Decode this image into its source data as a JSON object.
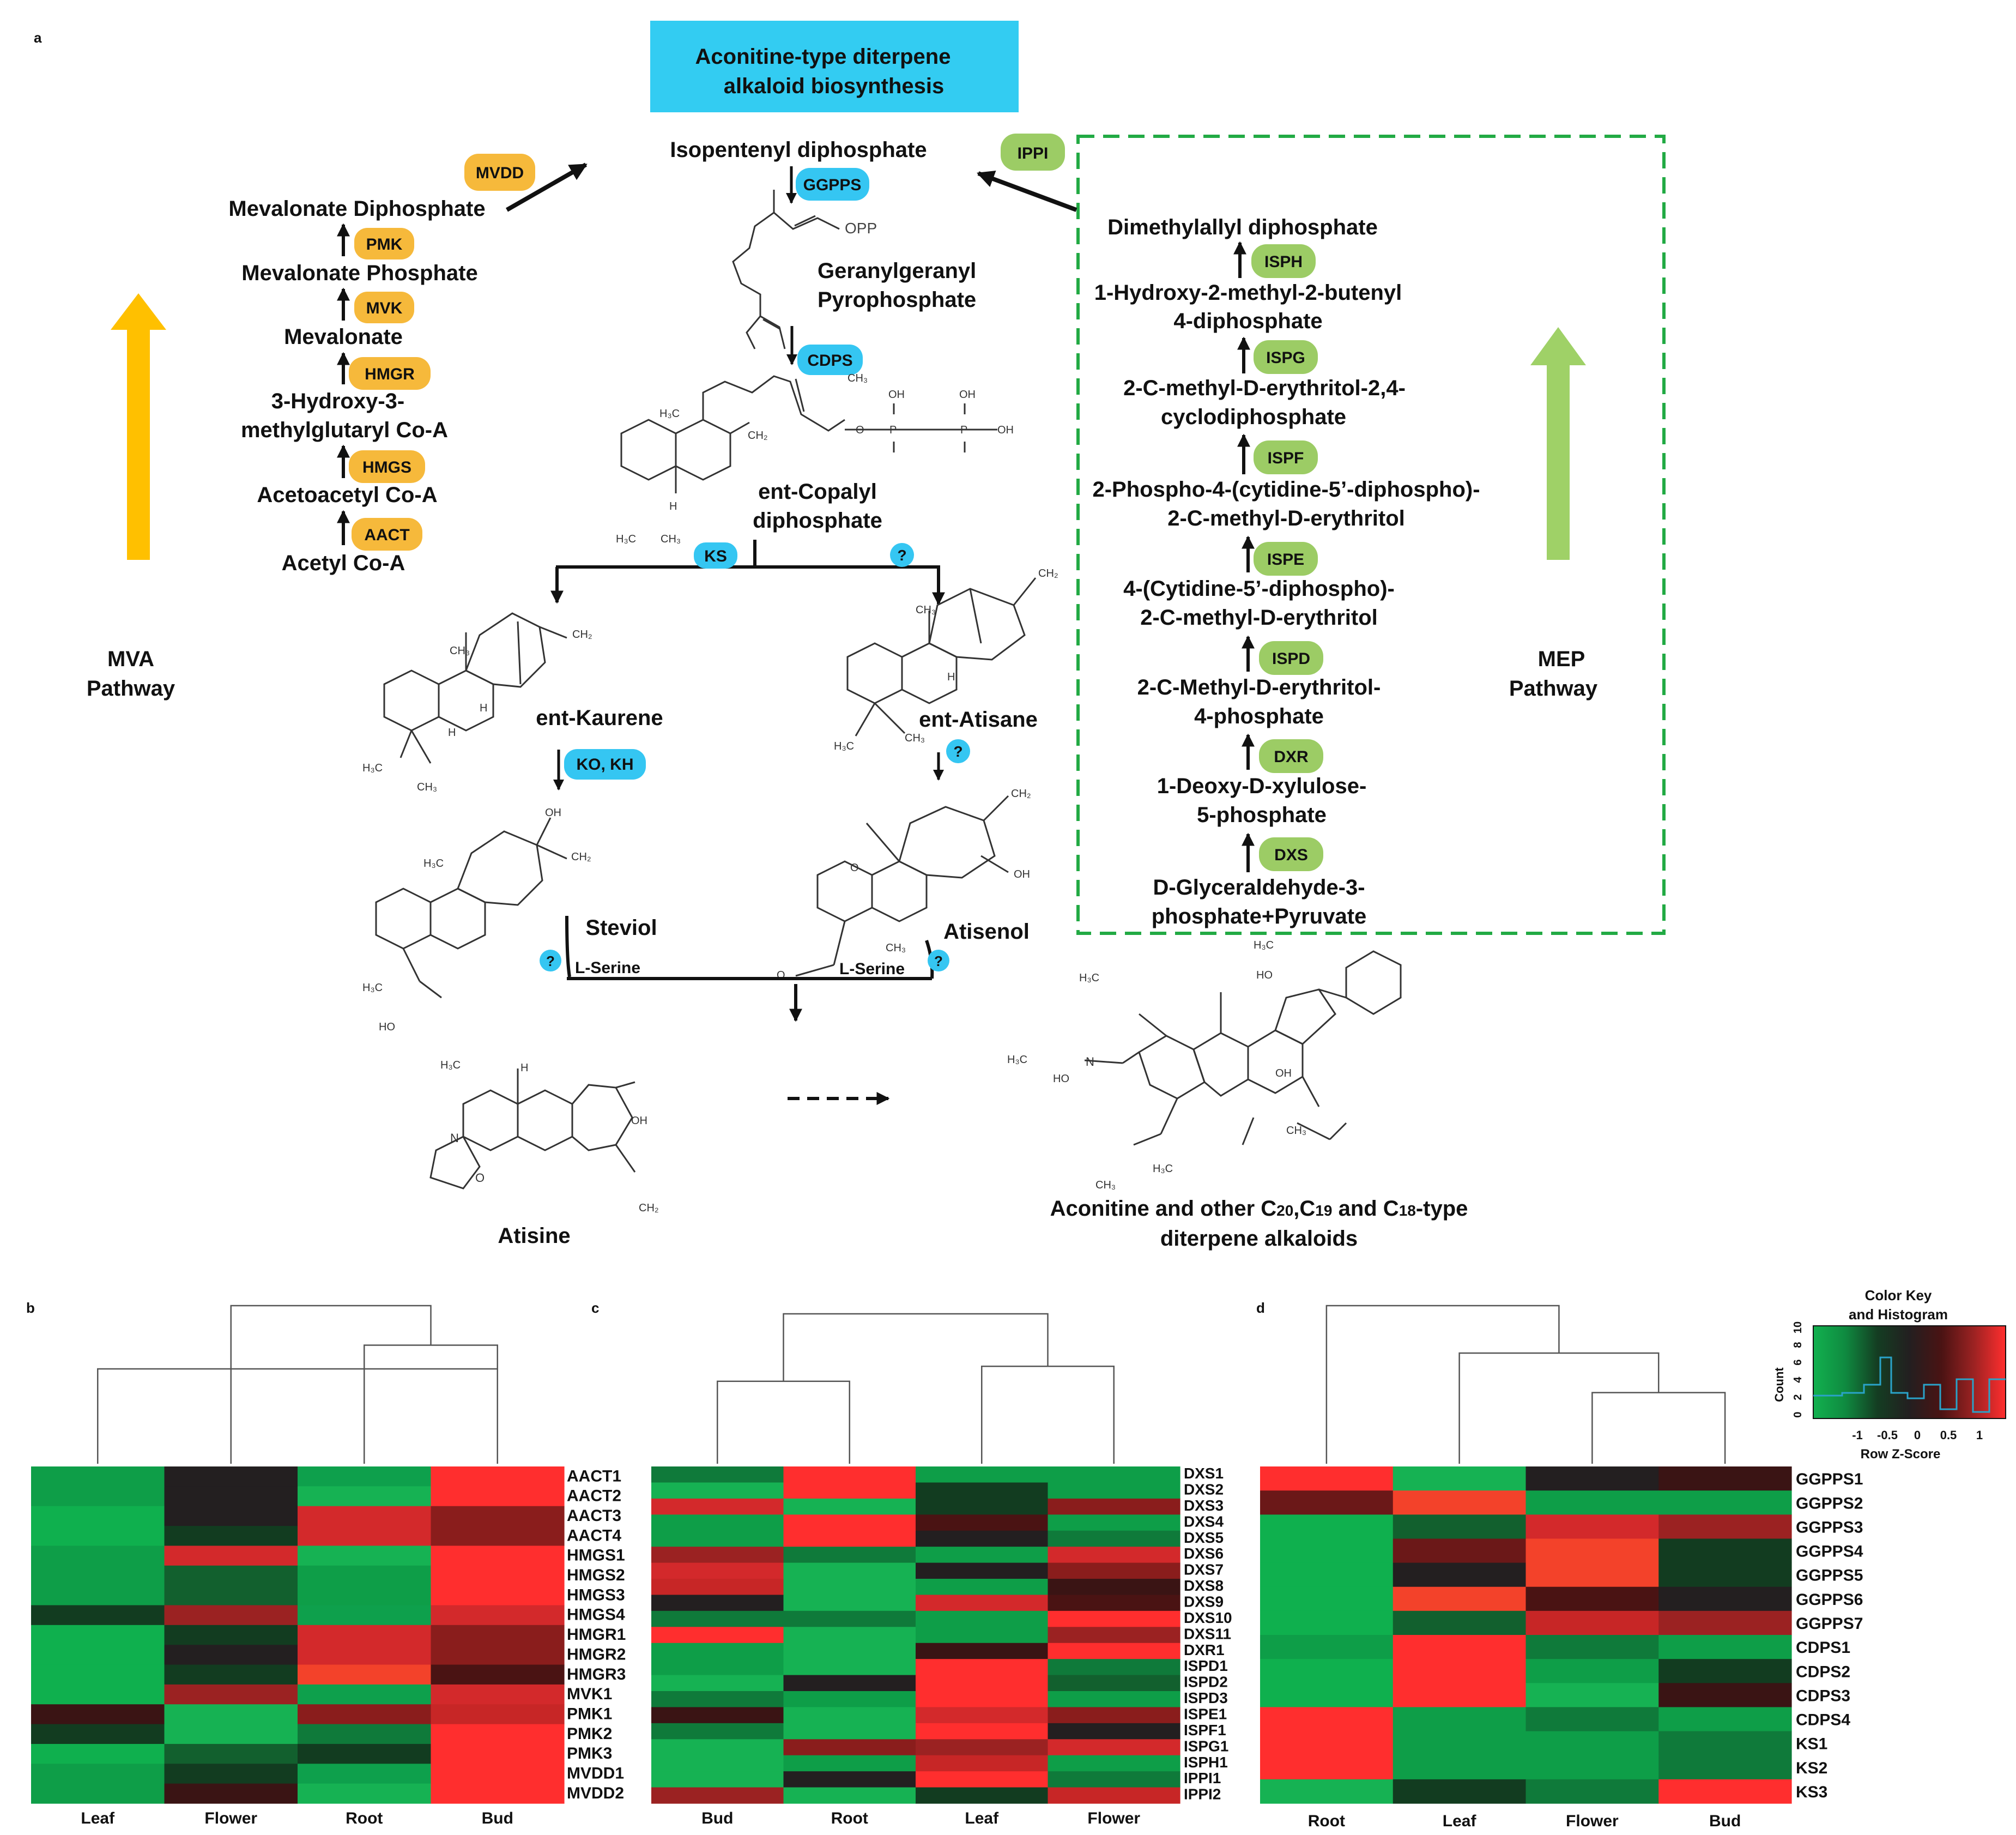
{
  "panel_labels": {
    "a": "a",
    "b": "b",
    "c": "c",
    "d": "d"
  },
  "title_box": {
    "line1": "Aconitine-type diterpene",
    "line2": "alkaloid biosynthesis",
    "color": "#33ccf2"
  },
  "colors": {
    "mva_enzyme": "#f6b93b",
    "blue_enzyme": "#35c6f2",
    "mep_enzyme": "#9ccc65",
    "mva_arrow": "#ffc000",
    "mep_arrow": "#9fd167",
    "mep_box": "#22aa44"
  },
  "mva": {
    "pathway_label": [
      "MVA",
      "Pathway"
    ],
    "compounds": [
      "Mevalonate Diphosphate",
      "Mevalonate Phosphate",
      "Mevalonate",
      "3-Hydroxy-3-",
      "methylglutaryl Co-A",
      "Acetoacetyl Co-A",
      "Acetyl Co-A"
    ],
    "enzymes": [
      "MVDD",
      "PMK",
      "MVK",
      "HMGR",
      "HMGS",
      "AACT"
    ]
  },
  "mep": {
    "pathway_label": [
      "MEP",
      "Pathway"
    ],
    "compounds": [
      "Dimethylallyl diphosphate",
      "1-Hydroxy-2-methyl-2-butenyl",
      "4-diphosphate",
      "2-C-methyl-D-erythritol-2,4-",
      "cyclodiphosphate",
      "2-Phospho-4-(cytidine-5’-diphospho)-",
      "2-C-methyl-D-erythritol",
      "4-(Cytidine-5’-diphospho)-",
      "2-C-methyl-D-erythritol",
      "2-C-Methyl-D-erythritol-",
      "4-phosphate",
      "1-Deoxy-D-xylulose-",
      "5-phosphate",
      "D-Glyceraldehyde-3-",
      "phosphate+Pyruvate"
    ],
    "enzymes": [
      "IPPI",
      "ISPH",
      "ISPG",
      "ISPF",
      "ISPE",
      "ISPD",
      "DXR",
      "DXS"
    ]
  },
  "center": {
    "ipp": "Isopentenyl diphosphate",
    "ggpps": "GGPPS",
    "opp": "OPP",
    "ggpp": [
      "Geranylgeranyl",
      "Pyrophosphate"
    ],
    "cdps": "CDPS",
    "copalyl": [
      "ent-Copalyl",
      "diphosphate"
    ],
    "ks": "KS",
    "q": "?",
    "kaurene": "ent-Kaurene",
    "atisane": "ent-Atisane",
    "kokh": "KO, KH",
    "steviol": "Steviol",
    "atisenol": "Atisenol",
    "serine": "L-Serine",
    "atisine": "Atisine",
    "aconitine": [
      "Aconitine and other C",
      "20",
      ",C",
      "19",
      " and C",
      "18",
      "-type",
      "diterpene alkaloids"
    ]
  },
  "chem": {
    "ch3": "CH₃",
    "h3c": "H₃C",
    "ch2": "CH₂",
    "h": "H",
    "oh": "OH",
    "ho": "HO",
    "o": "O",
    "p": "P",
    "n": "N"
  },
  "heatmaps": {
    "b": {
      "columns": [
        "Leaf",
        "Flower",
        "Root",
        "Bud"
      ],
      "rows": [
        "AACT1",
        "AACT2",
        "AACT3",
        "AACT4",
        "HMGS1",
        "HMGS2",
        "HMGS3",
        "HMGS4",
        "HMGR1",
        "HMGR2",
        "HMGR3",
        "MVK1",
        "PMK1",
        "PMK2",
        "PMK3",
        "MVDD1",
        "MVDD2"
      ],
      "cells": [
        [
          "#0e9e48",
          "#231f20",
          "#0ea04c",
          "#ff2e2e"
        ],
        [
          "#0e9e48",
          "#231f20",
          "#16b253",
          "#ff2e2e"
        ],
        [
          "#0fb04e",
          "#231f20",
          "#d3292b",
          "#8a1d1c"
        ],
        [
          "#0fb04e",
          "#123c20",
          "#d3292b",
          "#8a1d1c"
        ],
        [
          "#0e9e48",
          "#d3292b",
          "#16b253",
          "#ff2e2e"
        ],
        [
          "#0e9e48",
          "#12602e",
          "#0e9e48",
          "#ff2e2e"
        ],
        [
          "#0e9e48",
          "#12602e",
          "#0e9e48",
          "#ff2e2e"
        ],
        [
          "#123c20",
          "#9b2222",
          "#0ea04c",
          "#d3292b"
        ],
        [
          "#0fb04e",
          "#123c20",
          "#d3292b",
          "#8a1d1c"
        ],
        [
          "#0fb04e",
          "#231f20",
          "#d3292b",
          "#8a1d1c"
        ],
        [
          "#0fb04e",
          "#123c20",
          "#f3422a",
          "#4a1313"
        ],
        [
          "#0fb04e",
          "#9b2222",
          "#0ea04c",
          "#d3292b"
        ],
        [
          "#3a1414",
          "#16b253",
          "#8a1d1c",
          "#c72626"
        ],
        [
          "#123c20",
          "#16b253",
          "#0f7a3a",
          "#ff2e2e"
        ],
        [
          "#0fb04e",
          "#12602e",
          "#123c20",
          "#ff2e2e"
        ],
        [
          "#0e9e48",
          "#123c20",
          "#0ea04c",
          "#ff2e2e"
        ],
        [
          "#0e9e48",
          "#3a1414",
          "#16b253",
          "#ff2e2e"
        ]
      ],
      "dendrogram": [
        [
          0,
          3,
          0.6
        ],
        [
          2,
          3,
          0.75
        ],
        [
          1,
          2.5,
          1.0
        ]
      ]
    },
    "c": {
      "columns": [
        "Bud",
        "Root",
        "Leaf",
        "Flower"
      ],
      "rows": [
        "DXS1",
        "DXS2",
        "DXS3",
        "DXS4",
        "DXS5",
        "DXS6",
        "DXS7",
        "DXS8",
        "DXS9",
        "DXS10",
        "DXS11",
        "DXR1",
        "ISPD1",
        "ISPD2",
        "ISPD3",
        "ISPE1",
        "ISPF1",
        "ISPG1",
        "ISPH1",
        "IPPI1",
        "IPPI2"
      ],
      "cells": [
        [
          "#0f7a3a",
          "#ff2e2e",
          "#0e9e48",
          "#0e9e48"
        ],
        [
          "#16b253",
          "#ff2e2e",
          "#123c20",
          "#0e9e48"
        ],
        [
          "#d3292b",
          "#16b253",
          "#123c20",
          "#8a1d1c"
        ],
        [
          "#0e9e48",
          "#ff2e2e",
          "#4a1313",
          "#0e9e48"
        ],
        [
          "#0e9e48",
          "#ff2e2e",
          "#231f20",
          "#0f7a3a"
        ],
        [
          "#9b2222",
          "#0f7a3a",
          "#0e9e48",
          "#d3292b"
        ],
        [
          "#d3292b",
          "#16b253",
          "#231f20",
          "#8a1d1c"
        ],
        [
          "#c72626",
          "#16b253",
          "#0e9e48",
          "#3a1414"
        ],
        [
          "#231f20",
          "#16b253",
          "#d3292b",
          "#4a1313"
        ],
        [
          "#0f7a3a",
          "#0f7a3a",
          "#0e9e48",
          "#ff2e2e"
        ],
        [
          "#ff2e2e",
          "#16b253",
          "#0e9e48",
          "#9b2222"
        ],
        [
          "#0e9e48",
          "#16b253",
          "#3a1414",
          "#ff2e2e"
        ],
        [
          "#0e9e48",
          "#16b253",
          "#ff2e2e",
          "#0f7a3a"
        ],
        [
          "#16b253",
          "#231f20",
          "#ff2e2e",
          "#12602e"
        ],
        [
          "#0f7a3a",
          "#0e9e48",
          "#ff2e2e",
          "#0e9e48"
        ],
        [
          "#3a1414",
          "#16b253",
          "#d3292b",
          "#8a1d1c"
        ],
        [
          "#0f7a3a",
          "#16b253",
          "#ff2e2e",
          "#231f20"
        ],
        [
          "#16b253",
          "#8a1d1c",
          "#9b2222",
          "#d3292b"
        ],
        [
          "#16b253",
          "#0e9e48",
          "#c72626",
          "#0e9e48"
        ],
        [
          "#16b253",
          "#231f20",
          "#ff2e2e",
          "#0f7a3a"
        ],
        [
          "#9b2222",
          "#16b253",
          "#123c20",
          "#c72626"
        ]
      ],
      "dendrogram": [
        [
          0,
          1,
          0.55
        ],
        [
          2,
          3,
          0.65
        ],
        [
          0.5,
          2.5,
          1.0
        ]
      ]
    },
    "d": {
      "columns": [
        "Root",
        "Leaf",
        "Flower",
        "Bud"
      ],
      "rows": [
        "GGPPS1",
        "GGPPS2",
        "GGPPS3",
        "GGPPS4",
        "GGPPS5",
        "GGPPS6",
        "GGPPS7",
        "CDPS1",
        "CDPS2",
        "CDPS3",
        "CDPS4",
        "KS1",
        "KS2",
        "KS3"
      ],
      "cells": [
        [
          "#ff2e2e",
          "#16b253",
          "#231f20",
          "#3a1414"
        ],
        [
          "#6b1818",
          "#f3422a",
          "#0e9e48",
          "#0e9e48"
        ],
        [
          "#0fb04e",
          "#12602e",
          "#d3292b",
          "#9b2222"
        ],
        [
          "#0fb04e",
          "#6b1818",
          "#f3422a",
          "#123c20"
        ],
        [
          "#0fb04e",
          "#231f20",
          "#f3422a",
          "#123c20"
        ],
        [
          "#0fb04e",
          "#f3422a",
          "#4a1313",
          "#231f20"
        ],
        [
          "#0fb04e",
          "#12602e",
          "#c72626",
          "#9b2222"
        ],
        [
          "#0e9e48",
          "#ff2e2e",
          "#0f7a3a",
          "#0e9e48"
        ],
        [
          "#0fb04e",
          "#ff2e2e",
          "#0e9e48",
          "#123c20"
        ],
        [
          "#0fb04e",
          "#ff2e2e",
          "#16b253",
          "#3a1414"
        ],
        [
          "#ff2e2e",
          "#0e9e48",
          "#0f7a3a",
          "#0e9e48"
        ],
        [
          "#ff2e2e",
          "#0e9e48",
          "#0e9e48",
          "#0f7a3a"
        ],
        [
          "#ff2e2e",
          "#0e9e48",
          "#0e9e48",
          "#0f7a3a"
        ],
        [
          "#16b253",
          "#123c20",
          "#0f7a3a",
          "#ff2e2e"
        ]
      ],
      "dendrogram": [
        [
          2,
          3,
          0.45
        ],
        [
          1,
          2.5,
          0.7
        ],
        [
          0,
          1.75,
          1.0
        ]
      ]
    }
  },
  "color_key": {
    "title": [
      "Color Key",
      "and Histogram"
    ],
    "ylabel": "Count",
    "yticks": [
      "0",
      "2",
      "4",
      "6",
      "8",
      "10"
    ],
    "xticks": [
      "-1",
      "-0.5",
      "0",
      "0.5",
      "1"
    ],
    "xlabel": "Row Z-Score",
    "gradient": [
      "#12b14f",
      "#0f8a40",
      "#143d22",
      "#231f20",
      "#4a1313",
      "#9b2222",
      "#ff2e2e"
    ]
  }
}
